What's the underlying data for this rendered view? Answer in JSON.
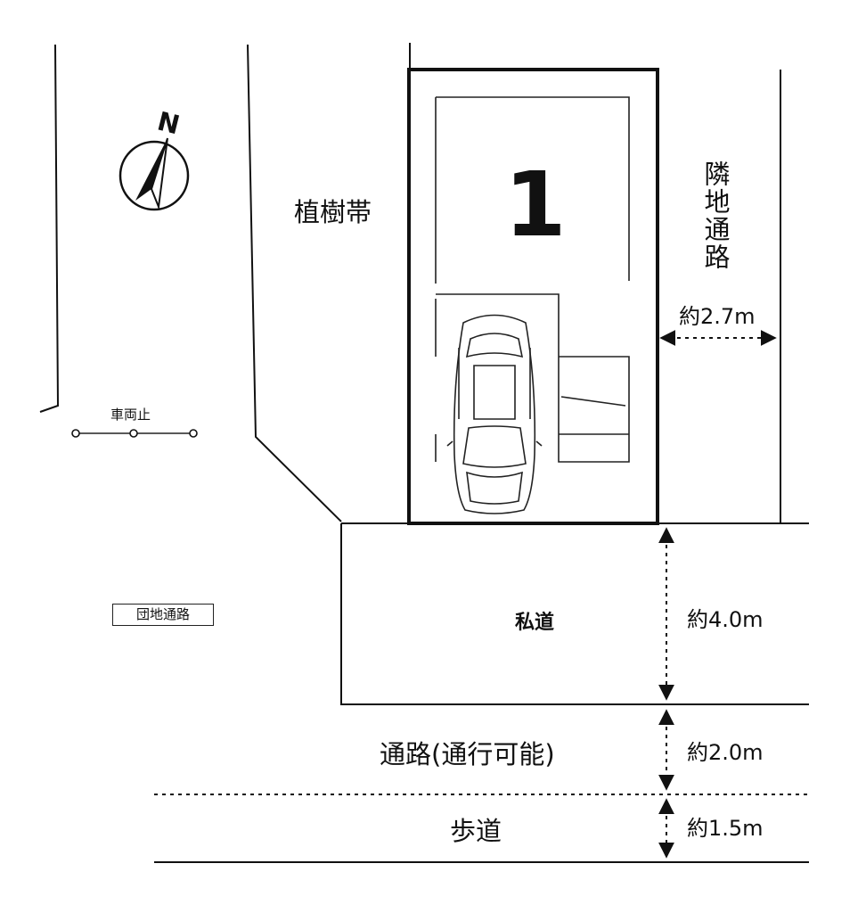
{
  "compass": {
    "label": "N"
  },
  "labels": {
    "planting_strip": "植樹帯",
    "lot_number": "1",
    "neighbor_passage": "隣地通路",
    "width_neighbor": "約2.7m",
    "bollard": "車両止",
    "complex_road": "団地通路",
    "private_road": "私道",
    "width_private": "約4.0m",
    "passage": "通路(通行可能)",
    "width_passage": "約2.0m",
    "sidewalk": "歩道",
    "width_sidewalk": "約1.5m"
  }
}
